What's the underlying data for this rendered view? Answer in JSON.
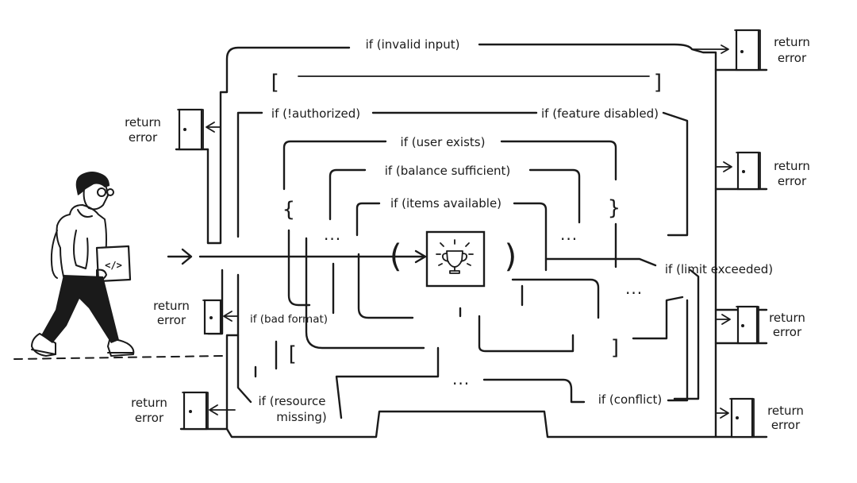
{
  "labels": {
    "invalid_input": "if (invalid input)",
    "authorized": "if (!authorized)",
    "feature_disabled": "if (feature disabled)",
    "user_exists": "if (user exists)",
    "balance_sufficient": "if (balance sufficient)",
    "items_available": "if (items available)",
    "limit_exceeded": "if (limit exceeded)",
    "bad_format": "if (bad format)",
    "resource_missing_1": "if (resource",
    "resource_missing_2": "missing)",
    "conflict": "if (conflict)"
  },
  "return_error": {
    "line1": "return",
    "line2": "error"
  },
  "glyphs": {
    "open_square": "[",
    "close_square": "]",
    "open_curly": "{",
    "close_curly": "}",
    "open_paren": "(",
    "close_paren": ")",
    "ellipsis": "..."
  },
  "laptop": {
    "code_glyph": "</>"
  },
  "icons": {
    "goal": "trophy-icon",
    "exit": "door-icon",
    "start": "arrow-right-icon",
    "traveler": "person-with-laptop"
  }
}
